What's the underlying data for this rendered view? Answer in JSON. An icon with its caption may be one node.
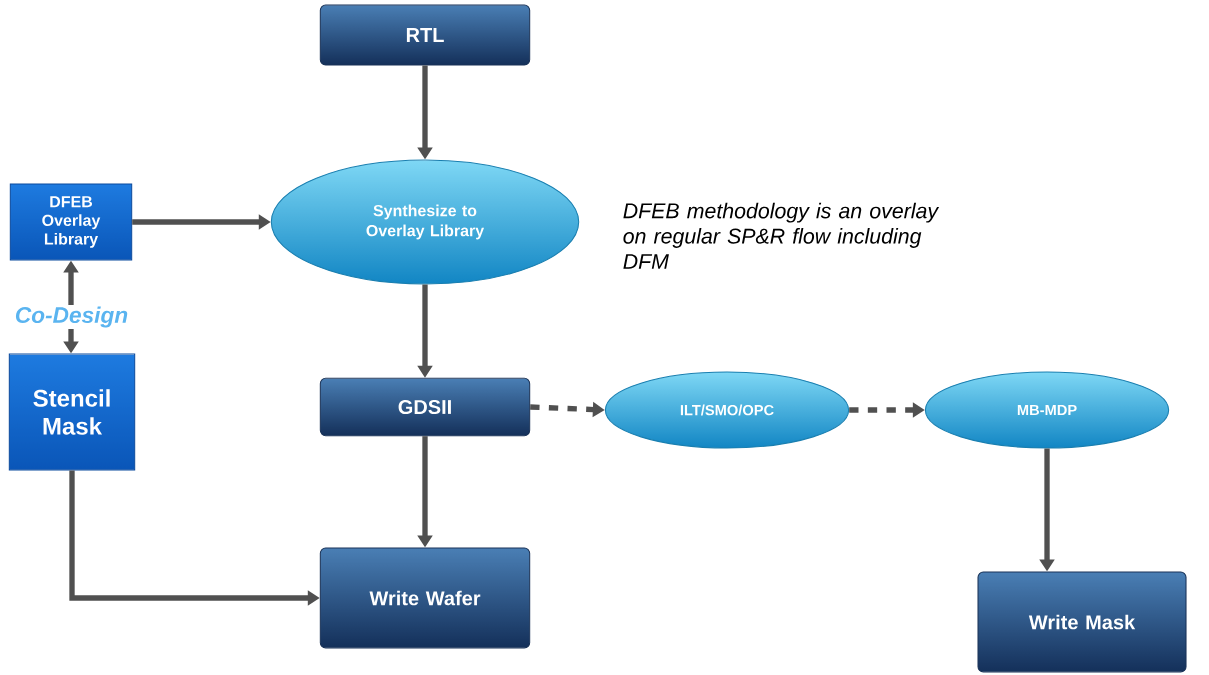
{
  "diagram": {
    "nodes": [
      {
        "text": [
          "RTL"
        ]
      },
      {
        "text": [
          "Synthesize to Overlay Library"
        ]
      },
      {
        "text": [
          "DFEB Overlay Library"
        ]
      },
      {
        "text": [
          "Stencil Mask"
        ]
      },
      {
        "text": [
          "GDSII"
        ]
      },
      {
        "text": [
          "ILT/SMO/OPC"
        ]
      },
      {
        "text": [
          "MB-MDP"
        ]
      },
      {
        "text": [
          "Write Wafer"
        ]
      },
      {
        "text": [
          "Write Mask"
        ]
      }
    ],
    "edges": [
      {
        "from": 0,
        "to": 1,
        "arrow": "to"
      },
      {
        "from": 2,
        "to": 1,
        "arrow": "to"
      },
      {
        "from": 2,
        "to": 3,
        "arrow": "both",
        "label": "Co-Design"
      },
      {
        "from": 1,
        "to": 4,
        "arrow": "to"
      },
      {
        "from": 4,
        "to": 5,
        "arrow": "to",
        "style": "dashed"
      },
      {
        "from": 5,
        "to": 6,
        "arrow": "to",
        "style": "dashed"
      },
      {
        "from": 4,
        "to": 7,
        "arrow": "to"
      },
      {
        "from": 3,
        "to": 7,
        "arrow": "to"
      },
      {
        "from": 6,
        "to": 8,
        "arrow": "to"
      }
    ],
    "labels": [
      "*DFEB methodology is an overlay on regular SP&R flow including DFM*"
    ]
  }
}
